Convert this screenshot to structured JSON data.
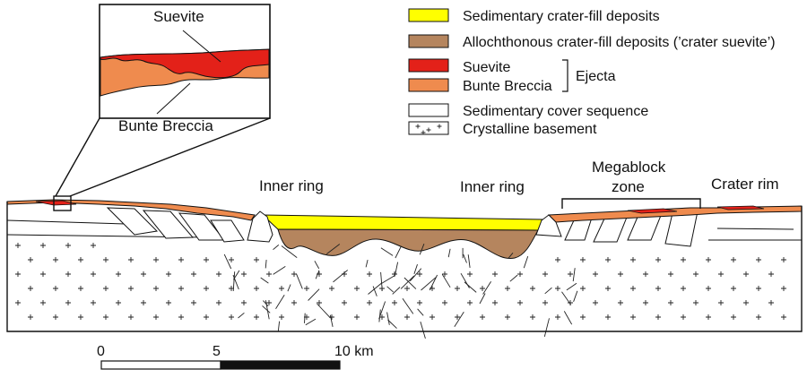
{
  "inset": {
    "suevite_label": "Suevite",
    "bunte_label": "Bunte Breccia"
  },
  "legend": {
    "items": [
      {
        "key": "sedimentary_fill",
        "label": "Sedimentary crater-fill deposits",
        "color": "#ffff00",
        "icon": "solid-swatch"
      },
      {
        "key": "allochthonous_fill",
        "label": "Allochthonous crater-fill deposits (’crater suevite’)",
        "color": "#b5855e",
        "icon": "solid-swatch"
      },
      {
        "key": "suevite",
        "label": "Suevite",
        "color": "#e32119",
        "icon": "solid-swatch"
      },
      {
        "key": "bunte",
        "label": "Bunte Breccia",
        "color": "#ef8b4e",
        "icon": "solid-swatch"
      },
      {
        "key": "sedimentary_cover",
        "label": "Sedimentary cover sequence",
        "color": "#ffffff",
        "icon": "empty-swatch"
      },
      {
        "key": "crystalline",
        "label": "Crystalline basement",
        "color": "#ffffff",
        "icon": "cross-hatch-swatch"
      }
    ],
    "ejecta_group_label": "Ejecta"
  },
  "profile_labels": {
    "inner_ring_left": "Inner ring",
    "inner_ring_right": "Inner ring",
    "megablock_line1": "Megablock",
    "megablock_line2": "zone",
    "crater_rim": "Crater rim"
  },
  "scale_bar": {
    "ticks": [
      "0",
      "5",
      "10 km"
    ]
  },
  "colors": {
    "line": "#111111",
    "fault_line": "#222222"
  }
}
